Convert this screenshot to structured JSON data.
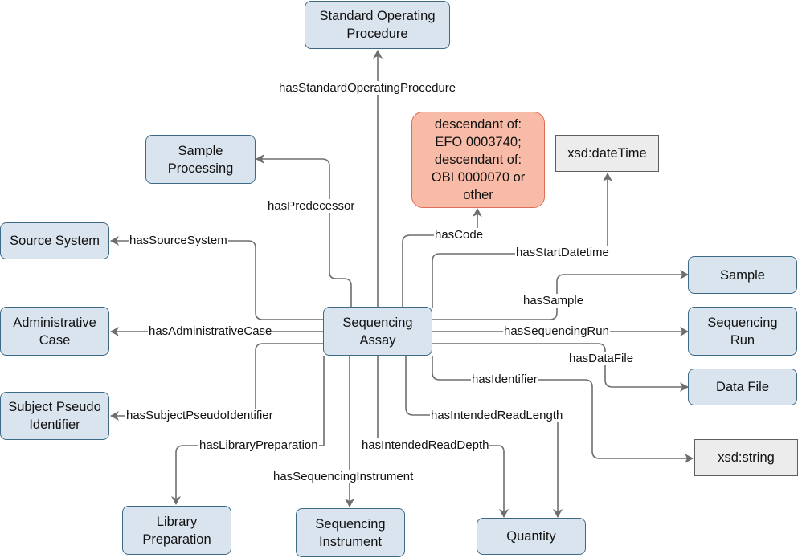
{
  "nodes": {
    "sequencing_assay": "Sequencing\nAssay",
    "standard_operating_procedure": "Standard Operating\nProcedure",
    "sample_processing": "Sample\nProcessing",
    "source_system": "Source System",
    "administrative_case": "Administrative\nCase",
    "subject_pseudo_identifier": "Subject Pseudo\nIdentifier",
    "library_preparation": "Library\nPreparation",
    "sequencing_instrument": "Sequencing\nInstrument",
    "quantity": "Quantity",
    "code_constraint": "descendant of:\nEFO 0003740;\ndescendant of:\nOBI 0000070 or\nother",
    "xsd_datetime": "xsd:dateTime",
    "sample": "Sample",
    "sequencing_run": "Sequencing\nRun",
    "data_file": "Data File",
    "xsd_string": "xsd:string"
  },
  "edges": {
    "hasStandardOperatingProcedure": "hasStandardOperatingProcedure",
    "hasPredecessor": "hasPredecessor",
    "hasSourceSystem": "hasSourceSystem",
    "hasAdministrativeCase": "hasAdministrativeCase",
    "hasSubjectPseudoIdentifier": "hasSubjectPseudoIdentifier",
    "hasLibraryPreparation": "hasLibraryPreparation",
    "hasSequencingInstrument": "hasSequencingInstrument",
    "hasIntendedReadDepth": "hasIntendedReadDepth",
    "hasIntendedReadLength": "hasIntendedReadLength",
    "hasIdentifier": "hasIdentifier",
    "hasCode": "hasCode",
    "hasStartDatetime": "hasStartDatetime",
    "hasSample": "hasSample",
    "hasSequencingRun": "hasSequencingRun",
    "hasDataFile": "hasDataFile"
  },
  "colors": {
    "class_fill": "#dae4ee",
    "class_stroke": "#3c6a86",
    "datatype_fill": "#ececec",
    "code_fill": "#f8bba7",
    "code_stroke": "#e06e57",
    "edge": "#6e6e6e"
  }
}
